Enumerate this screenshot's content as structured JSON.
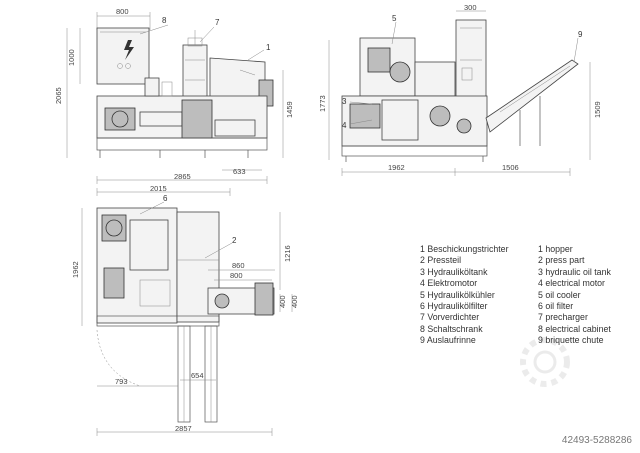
{
  "dimensions": {
    "top_left": {
      "width": "800",
      "height_upper": "1000",
      "height_total": "2065",
      "mid_height": "1459",
      "foot": "633",
      "overall_width": "2865"
    },
    "top_right": {
      "width": "300",
      "height": "1773",
      "chute_height": "1509",
      "width_a": "1962",
      "width_b": "1506"
    },
    "bottom": {
      "overall": "2015",
      "depth": "1962",
      "right_h": "1216",
      "w860": "860",
      "w800": "800",
      "h400a": "400",
      "h400b": "400",
      "w654": "654",
      "w793": "793",
      "total": "2857"
    }
  },
  "callouts": {
    "c1": "1",
    "c2": "2",
    "c3": "3",
    "c4": "4",
    "c5": "5",
    "c6": "6",
    "c7": "7",
    "c8": "8",
    "c9": "9"
  },
  "legend": [
    {
      "de": "1 Beschickungstrichter",
      "en": "1 hopper"
    },
    {
      "de": "2 Pressteil",
      "en": "2 press part"
    },
    {
      "de": "3 Hydrauliköltank",
      "en": "3 hydraulic oil tank"
    },
    {
      "de": "4 Elektromotor",
      "en": "4 electrical motor"
    },
    {
      "de": "5 Hydraulikölkühler",
      "en": "5 oil cooler"
    },
    {
      "de": "6 Hydraulikölfilter",
      "en": "6 oil filter"
    },
    {
      "de": "7 Vorverdichter",
      "en": "7 precharger"
    },
    {
      "de": "8 Schaltschrank",
      "en": "8 electrical cabinet"
    },
    {
      "de": "9 Auslaufrinne",
      "en": "9 briquette chute"
    }
  ],
  "reference_id": "42493-5288286"
}
